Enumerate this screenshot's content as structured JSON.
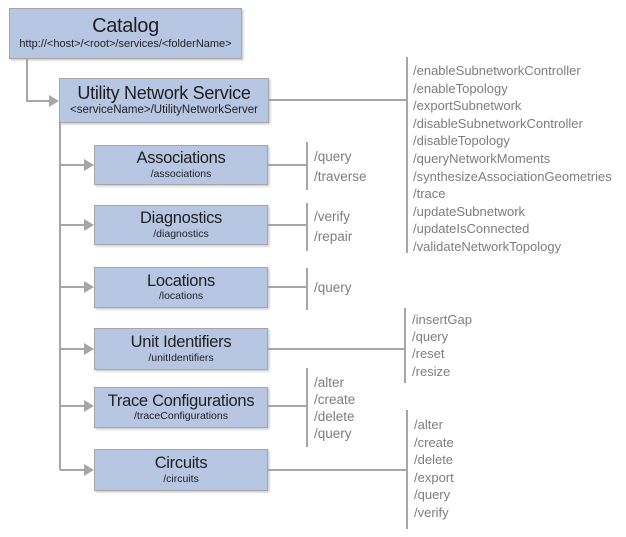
{
  "colors": {
    "node_fill": "#b6c6e3",
    "node_border": "#a6a6a6",
    "connector": "#a6a6a6",
    "title_text": "#1f1f1f",
    "endpoint_text": "#7d7d7d"
  },
  "nodes": {
    "catalog": {
      "title": "Catalog",
      "subtitle": "http://<host>/<root>/services/<folderName>"
    },
    "service": {
      "title": "Utility Network Service",
      "subtitle": "<serviceName>/UtilityNetworkServer"
    },
    "associations": {
      "title": "Associations",
      "subtitle": "/associations"
    },
    "diagnostics": {
      "title": "Diagnostics",
      "subtitle": "/diagnostics"
    },
    "locations": {
      "title": "Locations",
      "subtitle": "/locations"
    },
    "unit_identifiers": {
      "title": "Unit Identifiers",
      "subtitle": "/unitIdentifiers"
    },
    "trace_configurations": {
      "title": "Trace Configurations",
      "subtitle": "/traceConfigurations"
    },
    "circuits": {
      "title": "Circuits",
      "subtitle": "/circuits"
    }
  },
  "endpoints": {
    "service": [
      "/enableSubnetworkController",
      "/enableTopology",
      "/exportSubnetwork",
      "/disableSubnetworkController",
      "/disableTopology",
      "/queryNetworkMoments",
      "/synthesizeAssociationGeometries",
      "/trace",
      "/updateSubnetwork",
      "/updateIsConnected",
      "/validateNetworkTopology"
    ],
    "associations": [
      "/query",
      "/traverse"
    ],
    "diagnostics": [
      "/verify",
      "/repair"
    ],
    "locations": [
      "/query"
    ],
    "unit_identifiers": [
      "/insertGap",
      "/query",
      "/reset",
      "/resize"
    ],
    "trace_configurations": [
      "/alter",
      "/create",
      "/delete",
      "/query"
    ],
    "circuits": [
      "/alter",
      "/create",
      "/delete",
      "/export",
      "/query",
      "/verify"
    ]
  }
}
